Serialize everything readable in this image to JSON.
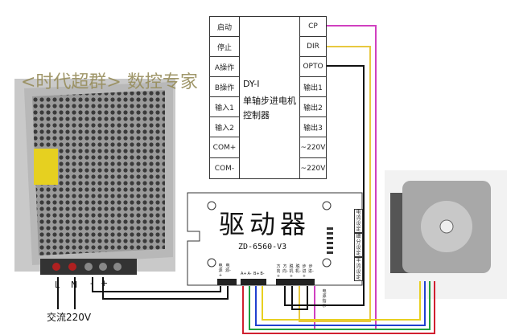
{
  "watermark": "<时代超群> 数控专家",
  "controller": {
    "model": "DY-I",
    "name_line1": "单轴步进电机",
    "name_line2": "控制器",
    "left_terminals": [
      "启动",
      "停止",
      "A操作",
      "B操作",
      "输入1",
      "输入2",
      "COM+",
      "COM-"
    ],
    "right_terminals": [
      "CP",
      "DIR",
      "OPTO",
      "输出1",
      "输出2",
      "输出3",
      "~220V",
      "~220V"
    ]
  },
  "driver": {
    "title": "驱动器",
    "model": "ZD-6560-V3",
    "side_tags": [
      "电流设定",
      "细分设定",
      "半流设定"
    ],
    "power_terminals": [
      "电源+",
      "电源-"
    ],
    "motor_terminals": [
      "A+",
      "A-",
      "B+",
      "B-"
    ],
    "signal_terminals": [
      "方向+",
      "方向-",
      "脱机+",
      "脱机-",
      "步进+",
      "步进-"
    ],
    "indicator": "电源指示"
  },
  "power_supply": {
    "terminals": [
      "L",
      "N",
      "-",
      "+"
    ],
    "input_label": "交流220V"
  },
  "colors": {
    "cp_wire": "#d040c0",
    "dir_wire": "#e8c840",
    "opto_wire": "#111111",
    "a_plus": "#d02030",
    "a_minus": "#20a040",
    "b_plus": "#2040d0",
    "b_minus": "#e8d020"
  }
}
